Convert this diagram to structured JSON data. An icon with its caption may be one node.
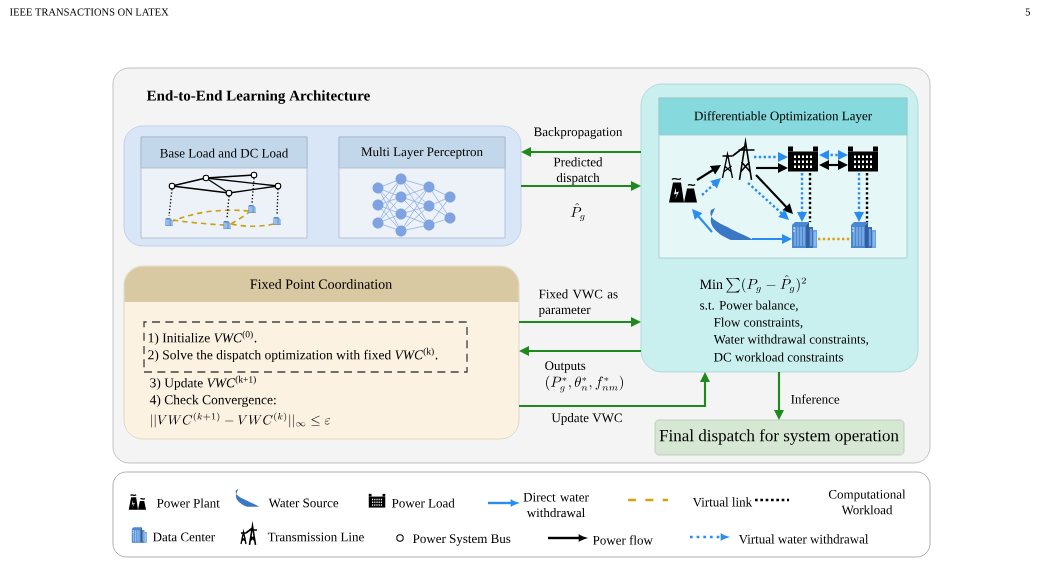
{
  "diagram": {
    "nodes": [
      {
        "text": [
          "End-to-End Learning Architecture"
        ]
      },
      {
        "text": [],
        "shape": "box",
        "in": 0
      },
      {
        "text": [
          "Base Load and DC Load"
        ],
        "in": 1
      },
      {
        "text": [
          "Multi Layer Perceptron"
        ],
        "in": 1
      },
      {
        "text": [
          "Fixed Point Coordination",
          "3) Update *VWC*$^{(k+1)}$",
          "4) Check Convergence:",
          "||VWC^{(k+1)} - VWC^{(k)}||_\\infty \\le \\varepsilon"
        ],
        "in": 0
      },
      {
        "text": [
          "1) Initialize *VWC*$^{(0)}$.",
          "2) Solve the dispatch optimization with fixed *VWC*$^{(k)}$."
        ],
        "in": 4
      },
      {
        "text": [
          "\\mathrm{Min}\\sum(P_g - \\hat{P}_g)^2",
          "s.t. Power balance,",
          "Flow constraints,",
          "Water withdrawal constraints,",
          "DC workload constraints"
        ],
        "in": 0
      },
      {
        "text": [
          "Differentiable Optimization Layer"
        ],
        "in": 6
      },
      {
        "text": [],
        "shape": "picture",
        "in": 7
      },
      {
        "text": [],
        "shape": "picture",
        "in": 7
      },
      {
        "text": [],
        "shape": "picture",
        "in": 7
      },
      {
        "text": [],
        "shape": "picture",
        "in": 7
      },
      {
        "text": [],
        "shape": "picture",
        "in": 7
      },
      {
        "text": [],
        "shape": "picture",
        "in": 7
      },
      {
        "text": [],
        "shape": "picture",
        "in": 7
      },
      {
        "text": [
          "Final dispatch for system operation"
        ],
        "in": 0
      }
    ],
    "edges": [
      {
        "from": 6,
        "to": 1,
        "arrow": "to",
        "label": "Backpropagation",
        "color": "#1e8a1e"
      },
      {
        "from": 1,
        "to": 6,
        "arrow": "to",
        "label": "Predicted dispatch",
        "color": "#1e8a1e"
      },
      {
        "from": 4,
        "to": 6,
        "arrow": "to",
        "label": "Fixed VWC as parameter",
        "color": "#1e8a1e"
      },
      {
        "from": 6,
        "to": 4,
        "arrow": "to",
        "label": "Outputs",
        "color": "#1e8a1e"
      },
      {
        "from": 4,
        "to": 6,
        "arrow": "to",
        "label": "Update VWC",
        "color": "#1e8a1e"
      },
      {
        "from": 6,
        "to": 15,
        "arrow": "to",
        "label": "Inference",
        "color": "#1e8a1e"
      },
      {
        "from": 8,
        "to": 9,
        "arrow": "to",
        "color": "#000000"
      },
      {
        "from": 8,
        "to": 9,
        "arrow": "to",
        "style": "dashed",
        "color": "#2a8cf0"
      },
      {
        "from": 9,
        "to": 10,
        "arrow": "to",
        "color": "#000000"
      },
      {
        "from": 9,
        "to": 10,
        "arrow": "to",
        "style": "dashed",
        "color": "#2a8cf0"
      },
      {
        "from": 10,
        "to": 11,
        "arrow": "both",
        "color": "#000000"
      },
      {
        "from": 10,
        "to": 11,
        "arrow": "both",
        "style": "dashed",
        "color": "#2a8cf0"
      },
      {
        "from": 9,
        "to": 13,
        "arrow": "to",
        "color": "#000000"
      },
      {
        "from": 9,
        "to": 13,
        "arrow": "to",
        "style": "dashed",
        "color": "#2a8cf0"
      },
      {
        "from": 10,
        "to": 13,
        "arrow": "to",
        "style": "dashed",
        "color": "#2a8cf0"
      },
      {
        "from": 10,
        "to": 13,
        "arrow": "none",
        "style": "dashed",
        "color": "#000000"
      },
      {
        "from": 11,
        "to": 14,
        "arrow": "to",
        "style": "dashed",
        "color": "#2a8cf0"
      },
      {
        "from": 11,
        "to": 14,
        "arrow": "none",
        "style": "dashed",
        "color": "#000000"
      },
      {
        "from": 12,
        "to": 8,
        "arrow": "to",
        "color": "#2a8cf0"
      },
      {
        "from": 12,
        "to": 13,
        "arrow": "to",
        "color": "#2a8cf0"
      },
      {
        "from": 13,
        "to": 14,
        "arrow": "none",
        "style": "dashed",
        "color": "#d9a010"
      }
    ],
    "labels": [
      "IEEE TRANSACTIONS ON LATEX",
      "5",
      "\\hat{P}_g",
      "(P_g^*, \\theta_n^*, f_{nm}^*)"
    ],
    "legend": [
      {
        "text": "Power Plant"
      },
      {
        "text": "Water Source"
      },
      {
        "text": "Power Load"
      },
      {
        "text": "Direct water withdrawal"
      },
      {
        "text": "Virtual link"
      },
      {
        "text": "Computational Workload"
      },
      {
        "text": "Data Center"
      },
      {
        "text": "Transmission Line"
      },
      {
        "text": "Power System Bus"
      },
      {
        "text": "Power flow"
      },
      {
        "text": "Virtual water withdrawal"
      }
    ]
  }
}
